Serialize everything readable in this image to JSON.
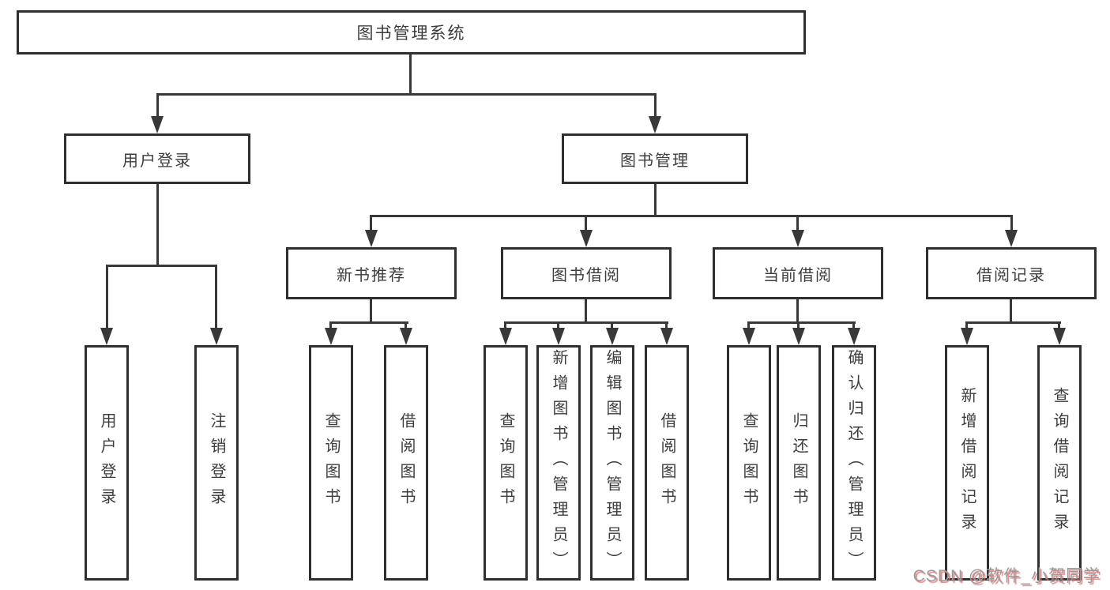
{
  "tree": {
    "root": {
      "label": "图书管理系统",
      "children": [
        {
          "label": "用户登录",
          "children": [
            {
              "label": "用户登录"
            },
            {
              "label": "注销登录"
            }
          ]
        },
        {
          "label": "图书管理",
          "children": [
            {
              "label": "新书推荐",
              "children": [
                {
                  "label": "查询图书"
                },
                {
                  "label": "借阅图书"
                }
              ]
            },
            {
              "label": "图书借阅",
              "children": [
                {
                  "label": "查询图书"
                },
                {
                  "label": "新增图书（管理员）"
                },
                {
                  "label": "编辑图书（管理员）"
                },
                {
                  "label": "借阅图书"
                }
              ]
            },
            {
              "label": "当前借阅",
              "children": [
                {
                  "label": "查询图书"
                },
                {
                  "label": "归还图书"
                },
                {
                  "label": "确认归还（管理员）"
                }
              ]
            },
            {
              "label": "借阅记录",
              "children": [
                {
                  "label": "新增借阅记录"
                },
                {
                  "label": "查询借阅记录"
                }
              ]
            }
          ]
        }
      ]
    }
  },
  "colors": {
    "line": "#383838",
    "border": "#2f2f2f",
    "text": "#3d3d3d",
    "watermark_gray": "#9a9a9a",
    "watermark_red": "#e16969"
  },
  "watermark": {
    "text": "CSDN @软件_小贺同学"
  }
}
